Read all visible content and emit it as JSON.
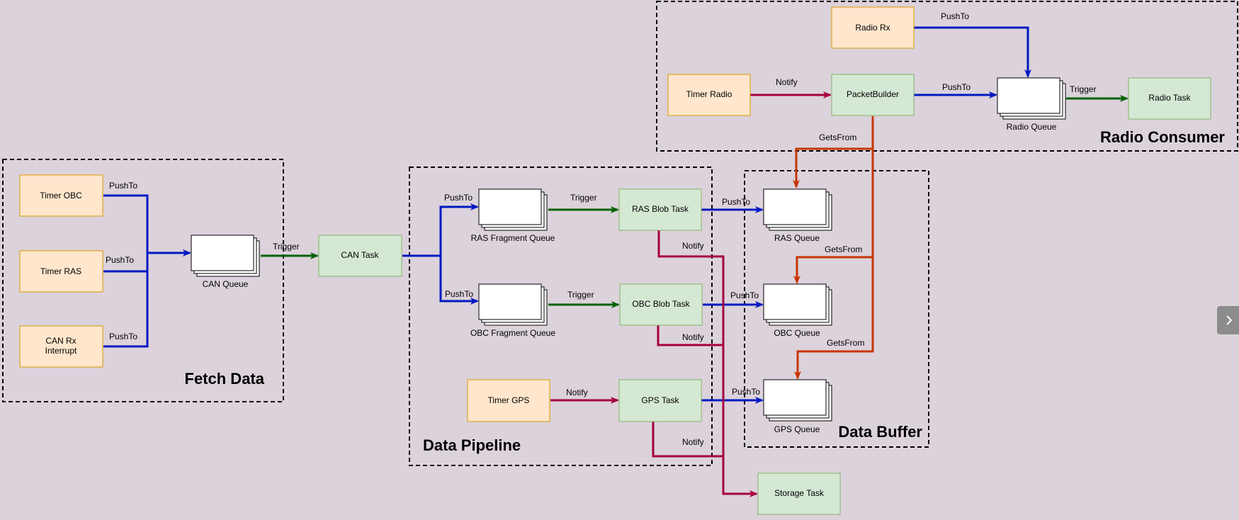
{
  "groups": {
    "fetch": "Fetch Data",
    "pipeline": "Data Pipeline",
    "buffer": "Data Buffer",
    "radio": "Radio Consumer"
  },
  "nodes": {
    "timer_obc": "Timer OBC",
    "timer_ras": "Timer RAS",
    "can_rx": [
      "CAN Rx",
      "Interrupt"
    ],
    "can_queue": "CAN Queue",
    "can_task": "CAN Task",
    "ras_fragment_queue": "RAS Fragment Queue",
    "obc_fragment_queue": "OBC Fragment Queue",
    "ras_blob_task": "RAS Blob Task",
    "obc_blob_task": "OBC Blob Task",
    "timer_gps": "Timer GPS",
    "gps_task": "GPS Task",
    "ras_queue": "RAS Queue",
    "obc_queue": "OBC Queue",
    "gps_queue": "GPS Queue",
    "storage_task": "Storage Task",
    "radio_rx": "Radio Rx",
    "timer_radio": "Timer Radio",
    "packet_builder": "PacketBuilder",
    "radio_queue": "Radio Queue",
    "radio_task": "Radio Task"
  },
  "edges": {
    "push_to": "PushTo",
    "trigger": "Trigger",
    "notify": "Notify",
    "gets_from": "GetsFrom"
  },
  "colors": {
    "background": "#dcd2db",
    "timer_fill": "#ffe6cc",
    "timer_stroke": "#d79b00",
    "task_fill": "#d5e8d4",
    "task_stroke": "#82b366",
    "push": "#0019c2",
    "trigger": "#006100",
    "notify": "#a50040",
    "gets": "#c73500"
  },
  "controls": {
    "side_panel_toggle": "chevron-right-icon"
  }
}
